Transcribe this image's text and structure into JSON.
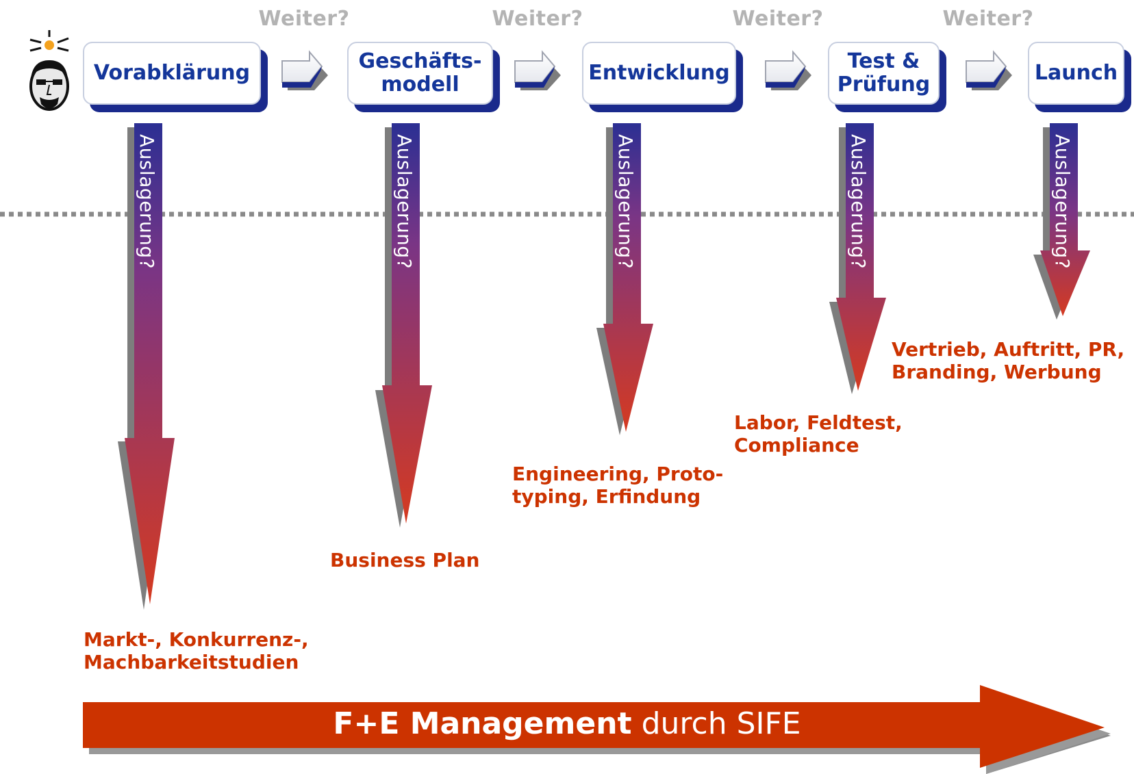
{
  "stages": [
    {
      "name": "vorabklaerung",
      "lines": [
        "Vorabklärung"
      ]
    },
    {
      "name": "geschaeftsmodell",
      "lines": [
        "Geschäfts-",
        "modell"
      ]
    },
    {
      "name": "entwicklung",
      "lines": [
        "Entwicklung"
      ]
    },
    {
      "name": "test-pruefung",
      "lines": [
        "Test &",
        "Prüfung"
      ]
    },
    {
      "name": "launch",
      "lines": [
        "Launch"
      ]
    }
  ],
  "gate_label": "Weiter?",
  "outsourcing_label": "Auslagerung?",
  "results": [
    {
      "lines": [
        "Markt-, Konkurrenz-,",
        "Machbarkeitstudien"
      ]
    },
    {
      "lines": [
        "Business Plan"
      ]
    },
    {
      "lines": [
        "Engineering, Proto-",
        "typing, Erfindung"
      ]
    },
    {
      "lines": [
        "Labor, Feldtest,",
        "Compliance"
      ]
    },
    {
      "lines": [
        "Vertrieb, Auftritt, PR,",
        "Branding, Werbung"
      ]
    }
  ],
  "banner": {
    "bold": "F+E Management",
    "regular": " durch SIFE"
  },
  "icons": {
    "person": "person-idea-icon",
    "gate": "arrow-right-icon"
  },
  "colors": {
    "stage_text": "#14369a",
    "stage_shadow": "#1a2a8c",
    "gradient_top": "#2b2f93",
    "gradient_bottom": "#d63a1f",
    "result_text": "#cc3300",
    "gate_text": "#b3b3b3",
    "banner": "#cc3300"
  }
}
